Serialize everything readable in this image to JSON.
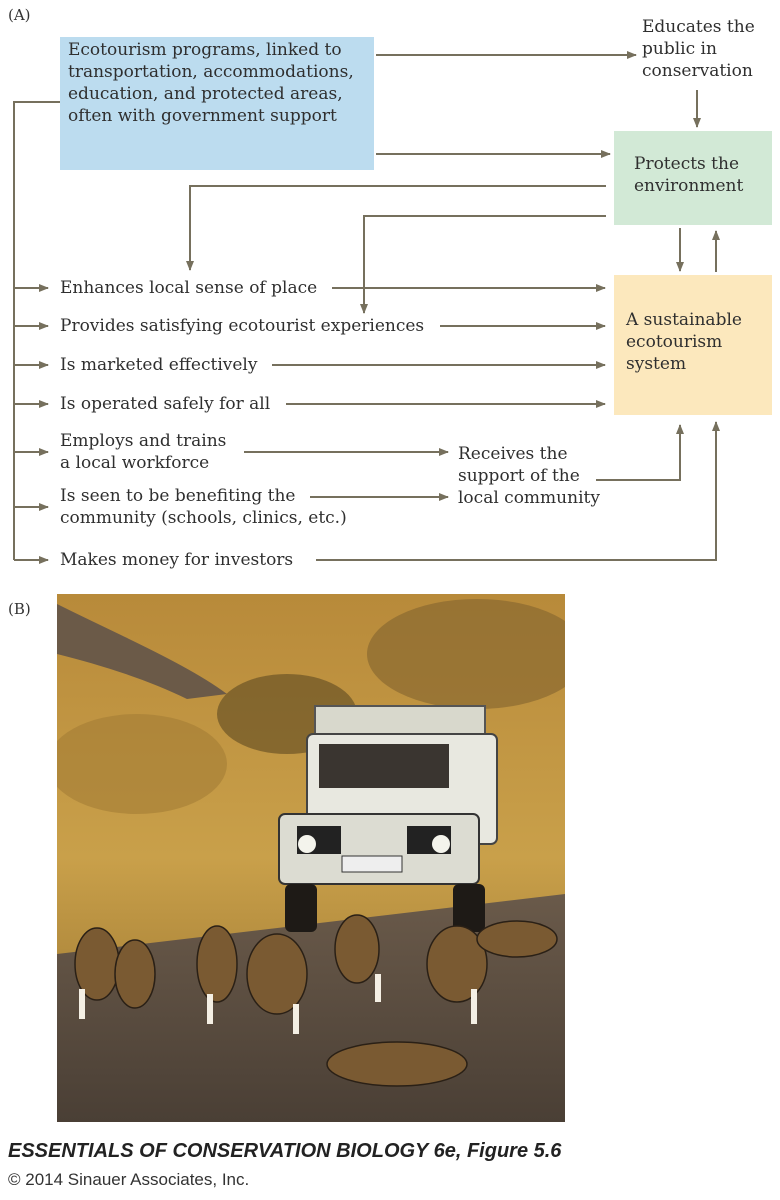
{
  "panel_a_label": "(A)",
  "panel_b_label": "(B)",
  "boxes": {
    "programs": "Ecotourism programs, linked to transportation, accommodations, education, and protected areas, often with government support",
    "protects": [
      "Protects the",
      "environment"
    ],
    "system": [
      "A sustainable",
      "ecotourism",
      "system"
    ]
  },
  "educates": [
    "Educates the",
    "public in",
    "conservation"
  ],
  "outcomes": [
    "Enhances local sense of place",
    "Provides satisfying ecotourist experiences",
    "Is marketed effectively",
    "Is operated safely for all"
  ],
  "workforce": [
    "Employs and trains",
    "a local workforce"
  ],
  "benefiting": [
    "Is seen to be benefiting the",
    "community (schools, clinics, etc.)"
  ],
  "support": [
    "Receives the",
    "support of the",
    "local community"
  ],
  "money": "Makes money for investors",
  "colors": {
    "arrow": "#76705d",
    "programs_box": "#bcdcef",
    "protects_box": "#d2e9d6",
    "system_box": "#fce8bd"
  },
  "footer": {
    "title": "ESSENTIALS OF CONSERVATION BIOLOGY 6e, Figure 5.6",
    "copyright": "© 2014 Sinauer Associates, Inc."
  }
}
